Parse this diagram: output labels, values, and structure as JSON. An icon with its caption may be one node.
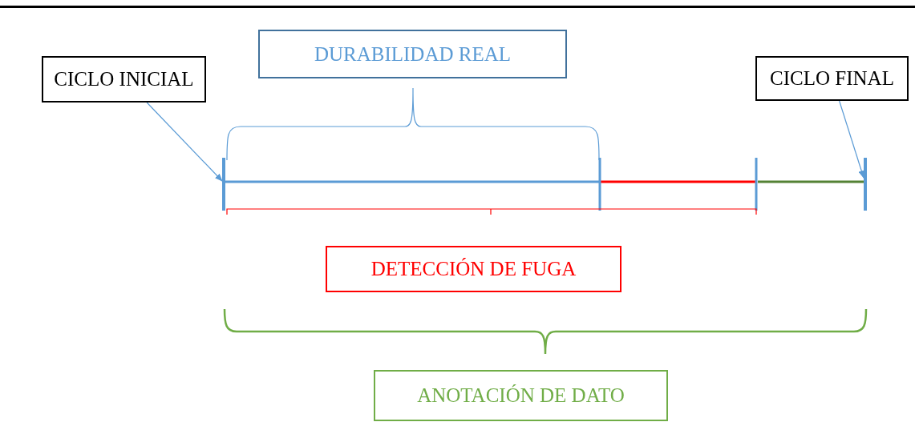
{
  "diagram": {
    "nodes": [
      {
        "text": [
          "CICLO INICIAL"
        ]
      },
      {
        "text": [
          "DURABILIDAD REAL"
        ]
      },
      {
        "text": [
          "CICLO FINAL"
        ]
      },
      {
        "text": [],
        "shape": "bar"
      },
      {
        "text": [],
        "shape": "bar"
      },
      {
        "text": [
          "DETECCIÓN DE FUGA"
        ]
      },
      {
        "text": [
          "ANOTACIÓN DE DATO"
        ]
      }
    ],
    "edges": [
      {
        "from": 0,
        "to": 3,
        "arrow": "to"
      },
      {
        "from": 2,
        "to": 4,
        "arrow": "to"
      }
    ]
  }
}
